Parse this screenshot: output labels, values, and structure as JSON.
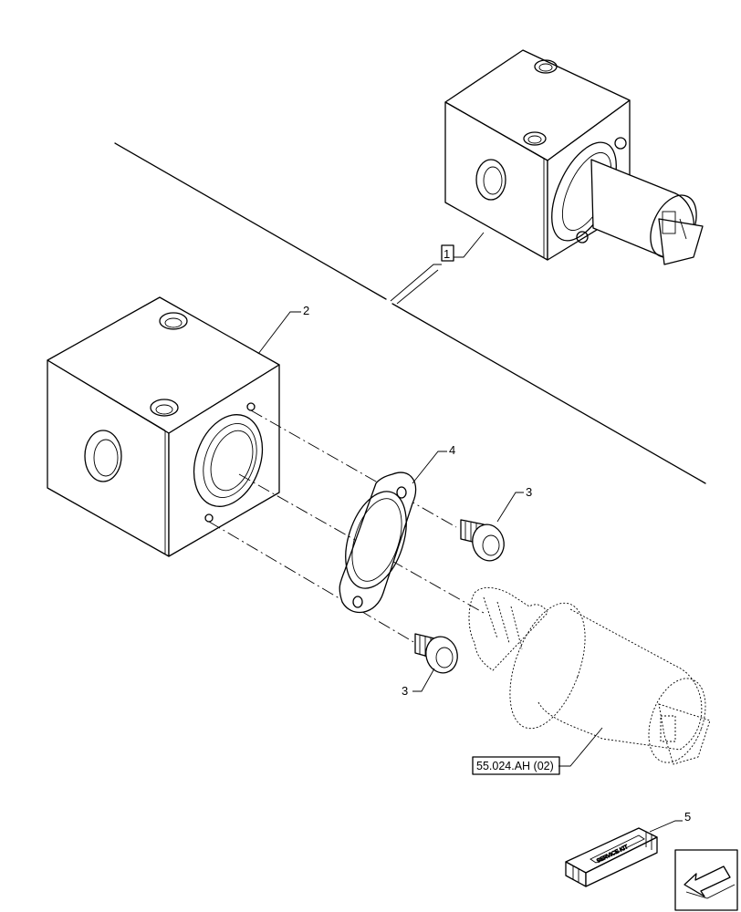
{
  "callouts": {
    "item1": "1",
    "item2": "2",
    "item3_upper": "3",
    "item3_lower": "3",
    "item4": "4",
    "item5": "5"
  },
  "reference": {
    "text": "55.024.AH (02)"
  },
  "kit_box": {
    "label": "SERVICE KIT"
  },
  "icons": {
    "nav": "arrow-left-down-icon"
  }
}
